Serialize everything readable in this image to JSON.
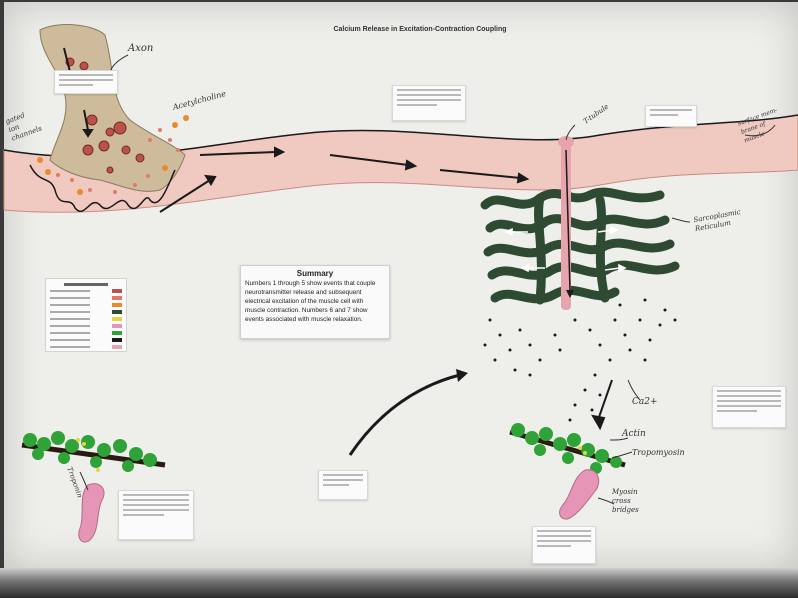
{
  "poster": {
    "title": "Calcium Release in Excitation-Contraction Coupling",
    "summary_title": "Summary",
    "summary_body": "Numbers 1 through 5 show events that couple neurotransmitter release and subsequent electrical excitation of the muscle cell with muscle contraction. Numbers 6 and 7 show events associated with muscle relaxation."
  },
  "handwritten": {
    "axon": "Axon",
    "acetylcholine": "Acetylcholine",
    "gated_channels": "gated\nion\nchannels",
    "t_tubule": "T-tubule",
    "surface_membrane": "surface mem-\nbrane of\nmuscle",
    "sarcoplasmic_reticulum": "Sarcoplasmic\nReticulum",
    "ca2plus": "Ca2+",
    "actin": "Actin",
    "tropomyosin": "Tropomyosin",
    "myosin_cross_bridges": "Myosin\ncross\nbridges",
    "troponin": "Troponin"
  },
  "colors": {
    "board": "#eeeeea",
    "muscle_membrane": "#f0c9c0",
    "axon_terminal": "#cdbb9c",
    "sarcoplasmic_reticulum": "#2f4a33",
    "t_tubule": "#e7a4ac",
    "actin": "#2fa338",
    "myosin": "#e596b6",
    "arrow": "#1a1a1a"
  }
}
